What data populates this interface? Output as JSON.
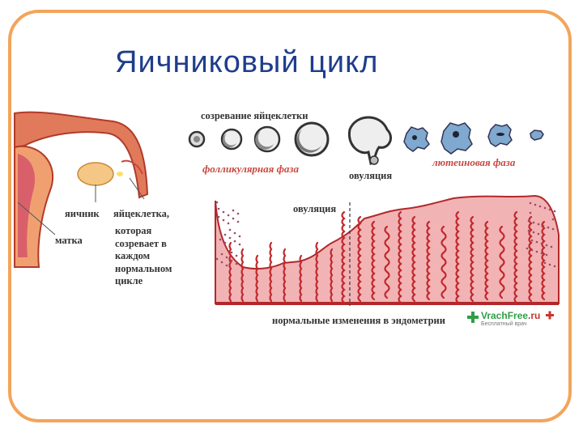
{
  "title": "Яичниковый цикл",
  "labels": {
    "egg_maturation": "созревание яйцеклетки",
    "follicular_phase": "фолликулярная фаза",
    "ovulation_top": "овуляция",
    "luteal_phase": "лютеиновая фаза",
    "ovulation_mid": "овуляция",
    "ovary": "яичник",
    "egg": "яйцеклетка,",
    "uterus": "матка",
    "egg_desc": "которая созревает в каждом нормальном цикле",
    "endometrium_caption": "нормальные изменения в эндометрии"
  },
  "logo": {
    "brand": "VrachFree",
    "tld": ".ru",
    "tagline": "Бесплатный врач"
  },
  "colors": {
    "frame": "#f3a45a",
    "title": "#1f3d8c",
    "phase_label": "#c8483f",
    "tissue": "#f2b3b5",
    "tissue_edge": "#b2282a",
    "gland": "#c0282c"
  }
}
